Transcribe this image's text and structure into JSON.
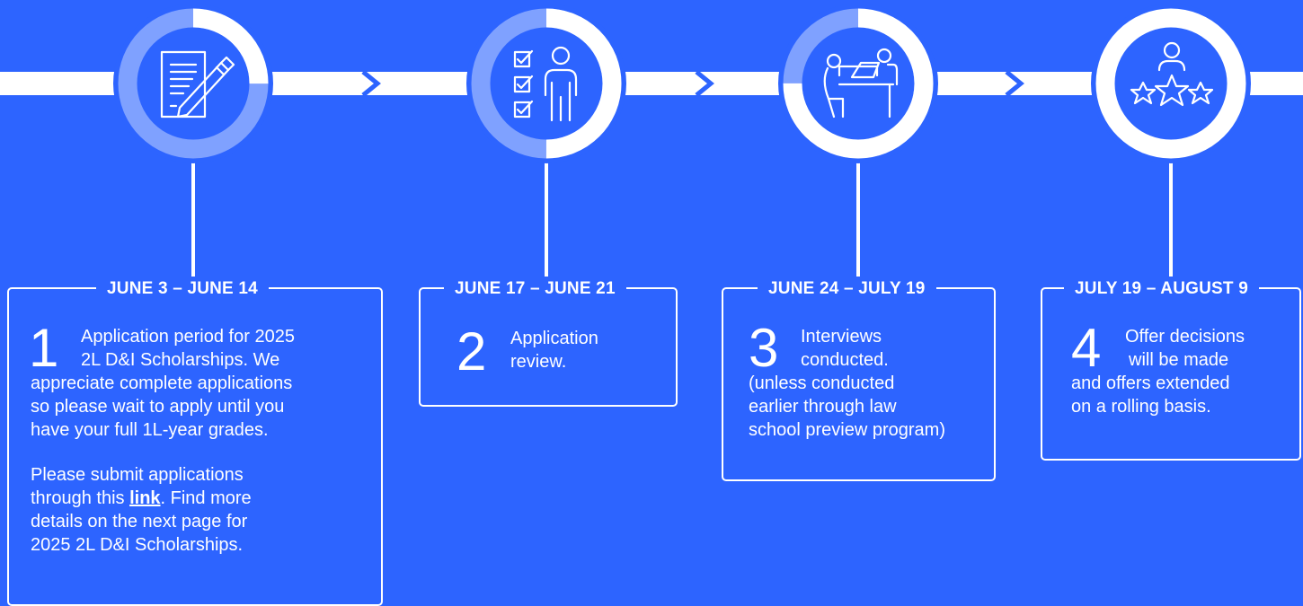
{
  "colors": {
    "background": "#2d64ff",
    "foreground": "#ffffff",
    "ring_track": "#7fa1ff"
  },
  "steps": [
    {
      "date": "JUNE 3 – JUNE 14",
      "number": "1",
      "icon": "document-pen-icon",
      "lead": "Application period for 2025 2L D&I Scholarships.  We",
      "lead_line1": "Application period for 2025",
      "lead_line2": "2L D&I Scholarships.  We",
      "body_lines": [
        "appreciate complete applications",
        "so please wait to apply until you",
        "have your full 1L-year grades."
      ],
      "note_prefix": "Please submit applications",
      "note_line2_prefix": "through this ",
      "note_link": "link",
      "note_line2_suffix": ". Find more",
      "note_line3": "details on the next page for",
      "note_line4": "2025 2L D&I Scholarships."
    },
    {
      "date": "JUNE 17 – JUNE 21",
      "number": "2",
      "icon": "checklist-person-icon",
      "lead_line1": "Application",
      "lead_line2": "review."
    },
    {
      "date": "JUNE 24 – JULY 19",
      "number": "3",
      "icon": "interview-desk-icon",
      "lead_line1": "Interviews",
      "lead_line2": "conducted.",
      "body_lines": [
        "(unless conducted",
        "earlier through law",
        "school preview program)"
      ]
    },
    {
      "date": "JULY 19 – AUGUST 9",
      "number": "4",
      "icon": "person-stars-icon",
      "lead_line1": "Offer decisions",
      "lead_line2": "will be made",
      "body_lines": [
        "and offers extended",
        "on a rolling basis."
      ]
    }
  ]
}
